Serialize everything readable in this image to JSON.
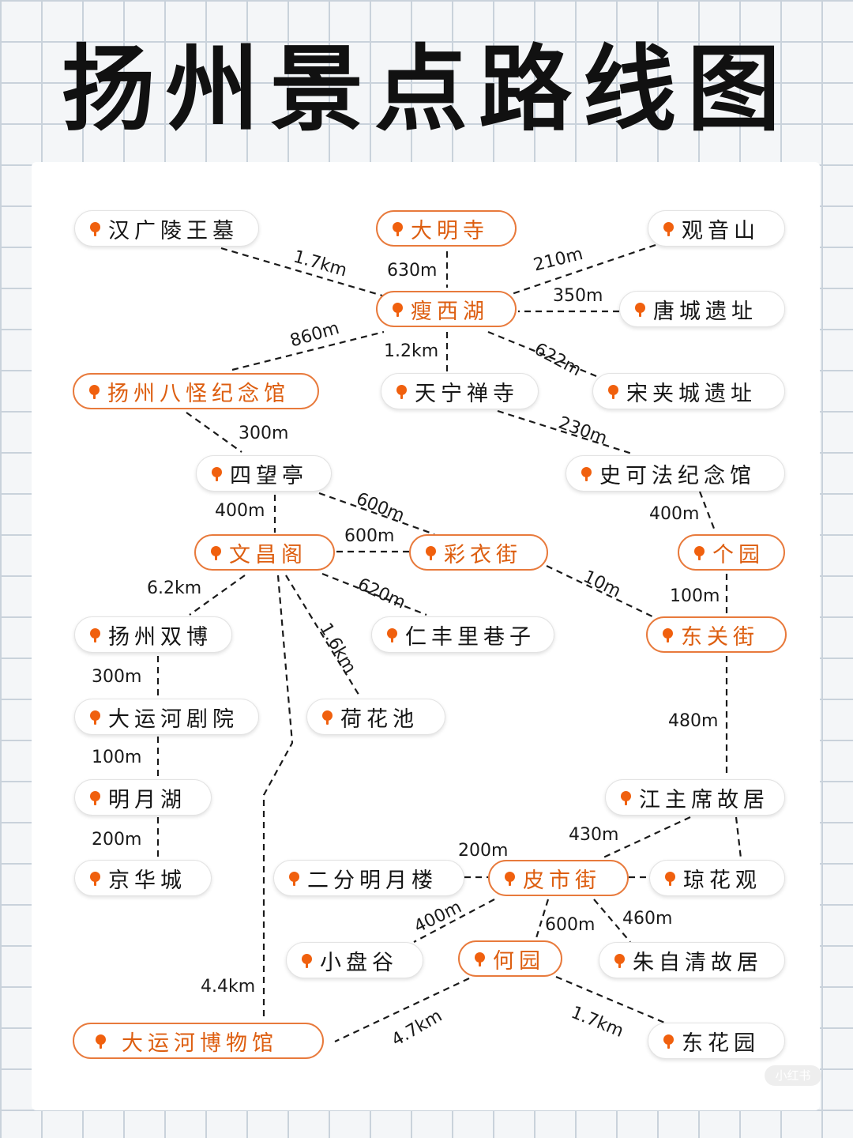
{
  "title": "扬州景点路线图",
  "spots": {
    "hanguangling": "汉广陵王墓",
    "damingsi": "大明寺",
    "guanyinshan": "观音山",
    "shouxihu": "瘦西湖",
    "tangcheng": "唐城遗址",
    "songjiacheng": "宋夹城遗址",
    "bagua": "扬州八怪纪念馆",
    "tianning": "天宁禅寺",
    "shikefa": "史可法纪念馆",
    "siwangting": "四望亭",
    "wenchangge": "文昌阁",
    "caiyijie": "彩衣街",
    "geyuan": "个园",
    "shuangbo": "扬州双博",
    "renfengli": "仁丰里巷子",
    "dongguanjie": "东关街",
    "juyuan": "大运河剧院",
    "hehuachi": "荷花池",
    "mingyuehu": "明月湖",
    "jiangzhuxi": "江主席故居",
    "jinghuacheng": "京华城",
    "erfen": "二分明月楼",
    "pishijie": "皮市街",
    "qionghuaguan": "琼花观",
    "xiaopangu": "小盘谷",
    "heyuan": "何园",
    "zhuziqing": "朱自清故居",
    "bowuguan": "大运河博物馆",
    "donghuayuan": "东花园"
  },
  "distances": {
    "hanguangling_shouxihu": "1.7km",
    "damingsi_shouxihu": "630m",
    "guanyinshan_shouxihu": "210m",
    "tangcheng_shouxihu": "350m",
    "bagua_shouxihu": "860m",
    "shouxihu_tianning": "1.2km",
    "shouxihu_songjiacheng": "622m",
    "tianning_shikefa": "230m",
    "bagua_siwangting": "300m",
    "siwangting_wenchangge": "400m",
    "siwangting_caiyijie": "600m",
    "wenchangge_caiyijie": "600m",
    "shikefa_geyuan": "400m",
    "wenchangge_shuangbo": "6.2km",
    "wenchangge_renfengli": "620m",
    "wenchangge_hehuachi": "1.6km",
    "caiyijie_dongguanjie": "10m",
    "geyuan_dongguanjie": "100m",
    "shuangbo_juyuan": "300m",
    "juyuan_mingyuehu": "100m",
    "mingyuehu_jinghuacheng": "200m",
    "dongguanjie_jiangzhuxi": "480m",
    "jiangzhuxi_pishijie": "430m",
    "erfen_pishijie": "200m",
    "pishijie_xiaopangu": "400m",
    "pishijie_heyuan": "600m",
    "pishijie_zhuziqing": "460m",
    "wenchangge_bowuguan": "4.4km",
    "heyuan_bowuguan": "4.7km",
    "heyuan_donghuayuan": "1.7km"
  },
  "watermark": "小红书",
  "colors": {
    "accent_orange": "#e87a3c",
    "pin_orange": "#f0600e",
    "line_black": "#1a1a1a",
    "grid": "#c9d2db"
  }
}
